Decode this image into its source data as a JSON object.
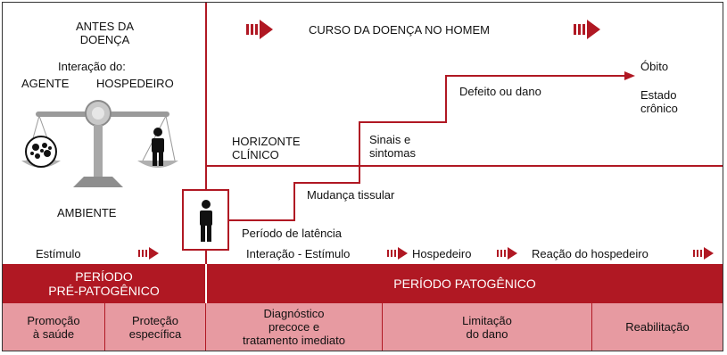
{
  "left": {
    "title": "ANTES DA\nDOENÇA",
    "interaction_label": "Interação do:",
    "agent_label": "AGENTE",
    "host_label": "HOSPEDEIRO",
    "environment_label": "AMBIENTE",
    "stimulus_label": "Estímulo"
  },
  "right": {
    "title": "CURSO DA DOENÇA NO HOMEM",
    "horizon_label": "HORIZONTE\nCLÍNICO",
    "death_label": "Óbito",
    "chronic_label": "Estado\ncrônico",
    "defect_label": "Defeito ou dano",
    "signs_label": "Sinais e\nsintomas",
    "tissue_label": "Mudança tissular",
    "latency_label": "Período de latência"
  },
  "flow": {
    "step1": "Interação - Estímulo",
    "step2": "Hospedeiro",
    "step3": "Reação do hospedeiro"
  },
  "periods": {
    "pre": "PERÍODO\nPRÉ-PATOGÊNICO",
    "patho": "PERÍODO PATOGÊNICO"
  },
  "prevention": [
    {
      "label": "Promoção\nà saúde"
    },
    {
      "label": "Proteção\nespecífica"
    },
    {
      "label": "Diagnóstico\nprecoce e\ntratamento imediato"
    },
    {
      "label": "Limitação\ndo dano"
    },
    {
      "label": "Reabilitação"
    }
  ],
  "colors": {
    "accent": "#b01823",
    "light": "#e79aa1"
  }
}
